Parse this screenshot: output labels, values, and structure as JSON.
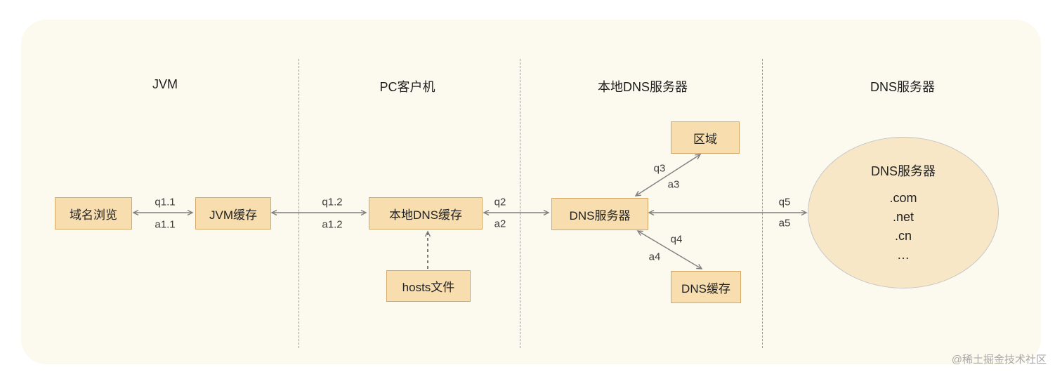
{
  "sections": [
    {
      "label": "JVM"
    },
    {
      "label": "PC客户机"
    },
    {
      "label": "本地DNS服务器"
    },
    {
      "label": "DNS服务器"
    }
  ],
  "nodes": {
    "domain_browse": "域名浏览",
    "jvm_cache": "JVM缓存",
    "local_dns_cache": "本地DNS缓存",
    "hosts_file": "hosts文件",
    "dns_server": "DNS服务器",
    "zone": "区域",
    "dns_cache": "DNS缓存",
    "root_dns": {
      "title": "DNS服务器",
      "lines": [
        ".com",
        ".net",
        ".cn",
        "…"
      ]
    }
  },
  "edges": {
    "q1_1": "q1.1",
    "a1_1": "a1.1",
    "q1_2": "q1.2",
    "a1_2": "a1.2",
    "q2": "q2",
    "a2": "a2",
    "q3": "q3",
    "a3": "a3",
    "q4": "q4",
    "a4": "a4",
    "q5": "q5",
    "a5": "a5"
  },
  "watermark": "@稀土掘金技术社区",
  "colors": {
    "card_bg": "#fcf9ef",
    "node_fill": "#f8deae",
    "node_border": "#d2a868",
    "ellipse_fill": "#f8e7c6",
    "arrow": "#7f7f7f"
  }
}
